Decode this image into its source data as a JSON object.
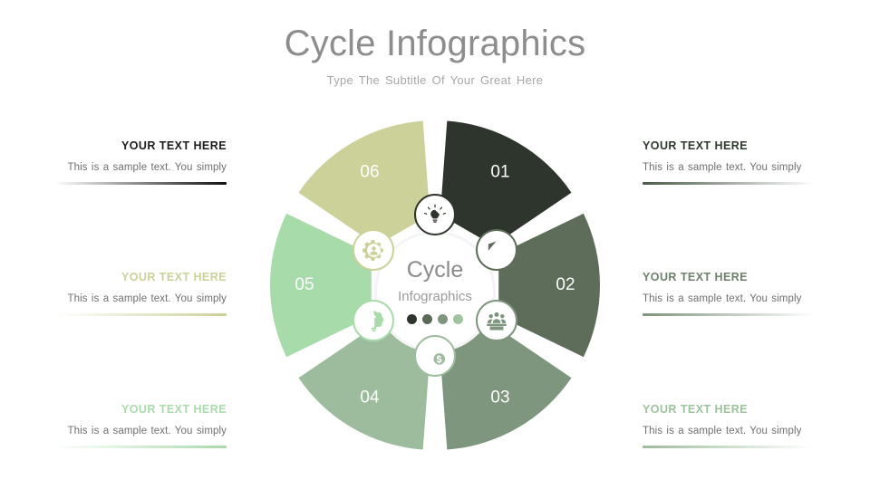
{
  "header": {
    "title": "Cycle Infographics",
    "subtitle": "Type The Subtitle Of Your Great Here"
  },
  "hub": {
    "title": "Cycle",
    "subtitle": "Infographics",
    "dot_colors": [
      "#2e352d",
      "#5a6a57",
      "#7e957e",
      "#9dc49d"
    ]
  },
  "palette": {
    "seg01": "#2e352d",
    "seg02": "#5d6d5a",
    "seg03": "#7e957e",
    "seg04": "#9dbc9d",
    "seg05": "#a8dbaa",
    "seg06": "#ccd199",
    "title_gray": "#8d8d8d",
    "body_gray": "#6f6f6f"
  },
  "wheel": {
    "segments": [
      {
        "number": "01",
        "color": "#2e352d",
        "icon": "lightbulb-icon"
      },
      {
        "number": "02",
        "color": "#5d6d5a",
        "icon": "shield-person-icon"
      },
      {
        "number": "03",
        "color": "#7e957e",
        "icon": "team-desk-icon"
      },
      {
        "number": "04",
        "color": "#9dbc9d",
        "icon": "pin-dollar-icon"
      },
      {
        "number": "05",
        "color": "#a8dbaa",
        "icon": "brain-arrow-icon"
      },
      {
        "number": "06",
        "color": "#ccd199",
        "icon": "gear-person-icon"
      }
    ]
  },
  "blocks": {
    "left": [
      {
        "heading": "YOUR TEXT HERE",
        "body": "This is a sample text.  You simply",
        "heading_color": "#1d1d1d",
        "rule_from": "#ffffff",
        "rule_to": "#111111"
      },
      {
        "heading": "YOUR TEXT HERE",
        "body": "This is a sample text.  You simply",
        "heading_color": "#ccd199",
        "rule_from": "#ffffff",
        "rule_to": "#ccd199"
      },
      {
        "heading": "YOUR TEXT HERE",
        "body": "This is a sample text.  You simply",
        "heading_color": "#a8dbaa",
        "rule_from": "#ffffff",
        "rule_to": "#a8dbaa"
      }
    ],
    "right": [
      {
        "heading": "YOUR TEXT HERE",
        "body": "This is a sample text.  You simply",
        "heading_color": "#2f3a2e",
        "rule_from": "#4a5a48",
        "rule_to": "#ffffff"
      },
      {
        "heading": "YOUR TEXT HERE",
        "body": "This is a sample text.  You simply",
        "heading_color": "#6d806a",
        "rule_from": "#7e957e",
        "rule_to": "#ffffff"
      },
      {
        "heading": "YOUR TEXT HERE",
        "body": "This is a sample text.  You simply",
        "heading_color": "#9cc39c",
        "rule_from": "#9dbc9d",
        "rule_to": "#ffffff"
      }
    ]
  }
}
